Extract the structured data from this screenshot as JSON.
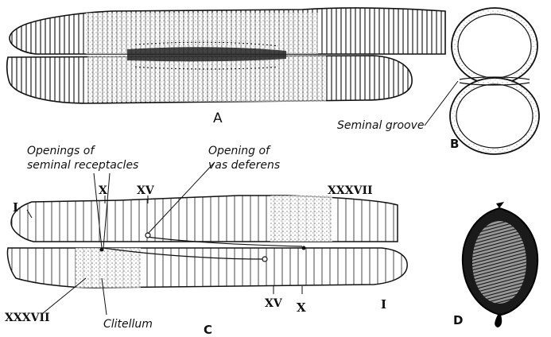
{
  "panels": {
    "a": {
      "letter": "A"
    },
    "b": {
      "letter": "B",
      "label": "Seminal groove"
    },
    "c": {
      "letter": "C",
      "receptacles_line1": "Openings of",
      "receptacles_line2": "seminal receptacles",
      "vas_line1": "Opening of",
      "vas_line2": "vas deferens",
      "upper_I": "I",
      "upper_X": "X",
      "upper_XV": "XV",
      "upper_XXXVII": "XXXVII",
      "lower_XXXVII": "XXXVII",
      "clitellum": "Clitellum",
      "lower_XV": "XV",
      "lower_X": "X",
      "lower_I": "I"
    },
    "d": {
      "letter": "D"
    }
  },
  "colors": {
    "ink": "#111111",
    "paper": "#ffffff",
    "clitellum_shade": "#cfcfcf"
  }
}
